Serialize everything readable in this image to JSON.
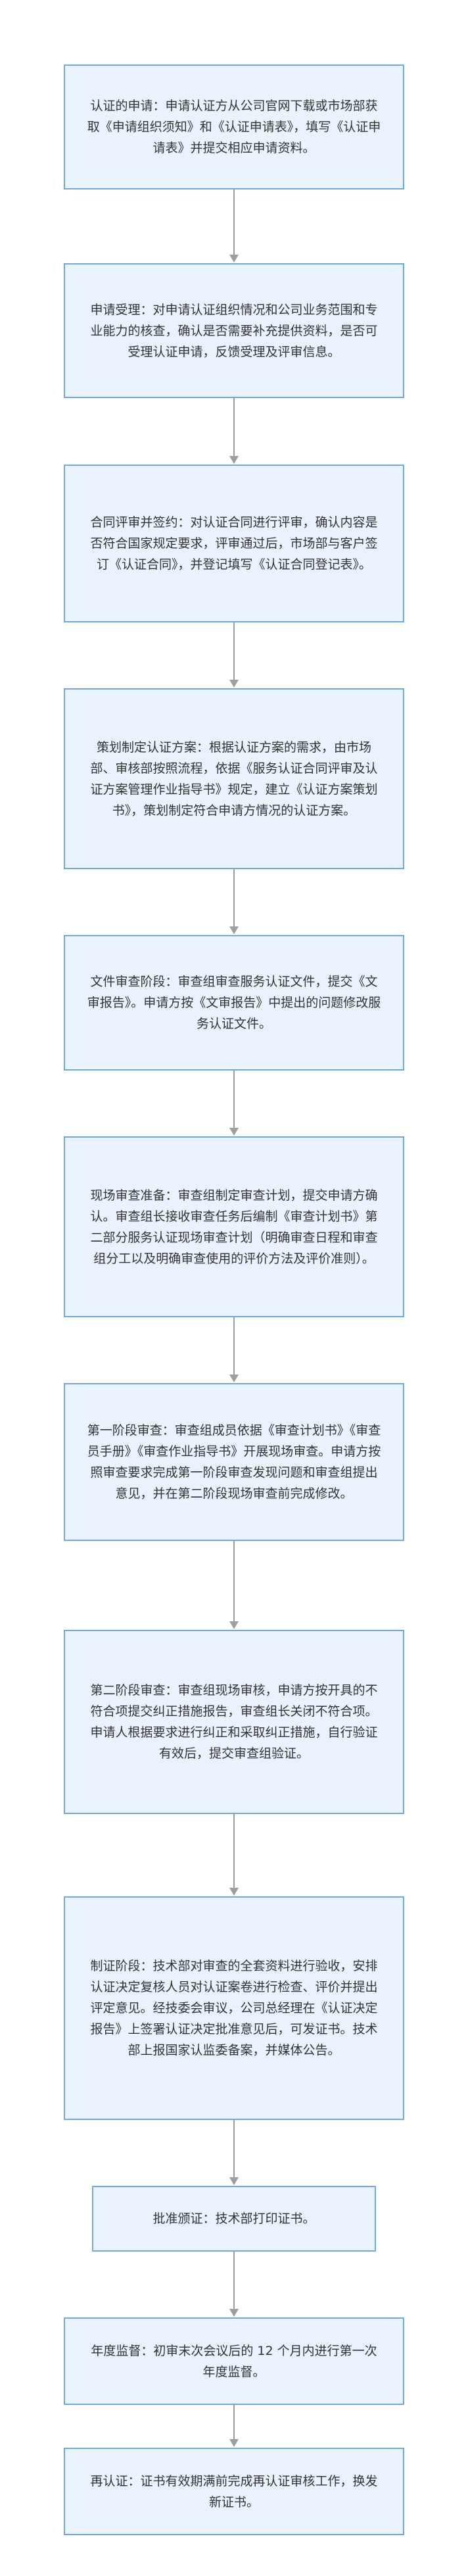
{
  "steps": [
    {
      "text": "认证的申请：申请认证方从公司官网下载或市场部获取《申请组织须知》和《认证申请表》，填写《认证申请表》并提交相应申请资料。"
    },
    {
      "text": "申请受理：对申请认证组织情况和公司业务范围和专业能力的核查，确认是否需要补充提供资料，是否可受理认证申请，反馈受理及评审信息。"
    },
    {
      "text": "合同评审并签约：对认证合同进行评审，确认内容是否符合国家规定要求，评审通过后，市场部与客户签订《认证合同》，并登记填写《认证合同登记表》。"
    },
    {
      "text": "策划制定认证方案：根据认证方案的需求，由市场部、审核部按照流程，依据《服务认证合同评审及认证方案管理作业指导书》规定，建立《认证方案策划书》，策划制定符合申请方情况的认证方案。"
    },
    {
      "text": "文件审查阶段：审查组审查服务认证文件，提交《文审报告》。申请方按《文审报告》中提出的问题修改服务认证文件。"
    },
    {
      "text": "现场审查准备：审查组制定审查计划，提交申请方确认。审查组长接收审查任务后编制《审查计划书》第二部分服务认证现场审查计划（明确审查日程和审查组分工以及明确审查使用的评价方法及评价准则）。"
    },
    {
      "text": "第一阶段审查：审查组成员依据《审查计划书》《审查员手册》《审查作业指导书》开展现场审查。申请方按照审查要求完成第一阶段审查发现问题和审查组提出意见，并在第二阶段现场审查前完成修改。"
    },
    {
      "text": "第二阶段审查：审查组现场审核，申请方按开具的不符合项提交纠正措施报告，审查组长关闭不符合项。申请人根据要求进行纠正和采取纠正措施，自行验证有效后，提交审查组验证。"
    },
    {
      "text": "制证阶段：技术部对审查的全套资料进行验收，安排认证决定复核人员对认证案卷进行检查、评价并提出评定意见。经技委会审议，公司总经理在《认证决定报告》上签署认证决定批准意见后，可发证书。技术部上报国家认监委备案，并媒体公告。"
    },
    {
      "text": "批准颁证：技术部打印证书。"
    },
    {
      "text": "年度监督：初审末次会议后的 12 个月内进行第一次年度监督。"
    },
    {
      "text": "再认证：证书有效期满前完成再认证审核工作，换发新证书。"
    }
  ]
}
